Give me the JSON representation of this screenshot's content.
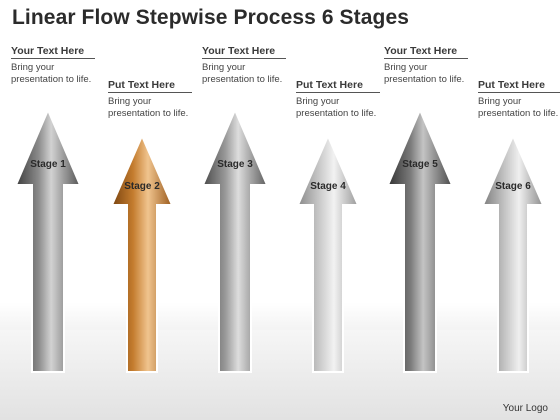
{
  "title": "Linear Flow Stepwise Process 6 Stages",
  "logo": "Your Logo",
  "stages": [
    {
      "label": "Stage 1",
      "heading": "Your Text Here",
      "body": "Bring your presentation to life.",
      "color": "#6f6f6f"
    },
    {
      "label": "Stage 2",
      "heading": "Put Text Here",
      "body": "Bring your presentation to life.",
      "color": "#b86f22"
    },
    {
      "label": "Stage 3",
      "heading": "Your Text Here",
      "body": "Bring your presentation to life.",
      "color": "#7a7a7a"
    },
    {
      "label": "Stage 4",
      "heading": "Put Text Here",
      "body": "Bring your presentation to life.",
      "color": "#a9a9a9"
    },
    {
      "label": "Stage 5",
      "heading": "Your Text Here",
      "body": "Bring your presentation to life.",
      "color": "#656565"
    },
    {
      "label": "Stage 6",
      "heading": "Put Text Here",
      "body": "Bring your presentation to life.",
      "color": "#a4a4a4"
    }
  ]
}
